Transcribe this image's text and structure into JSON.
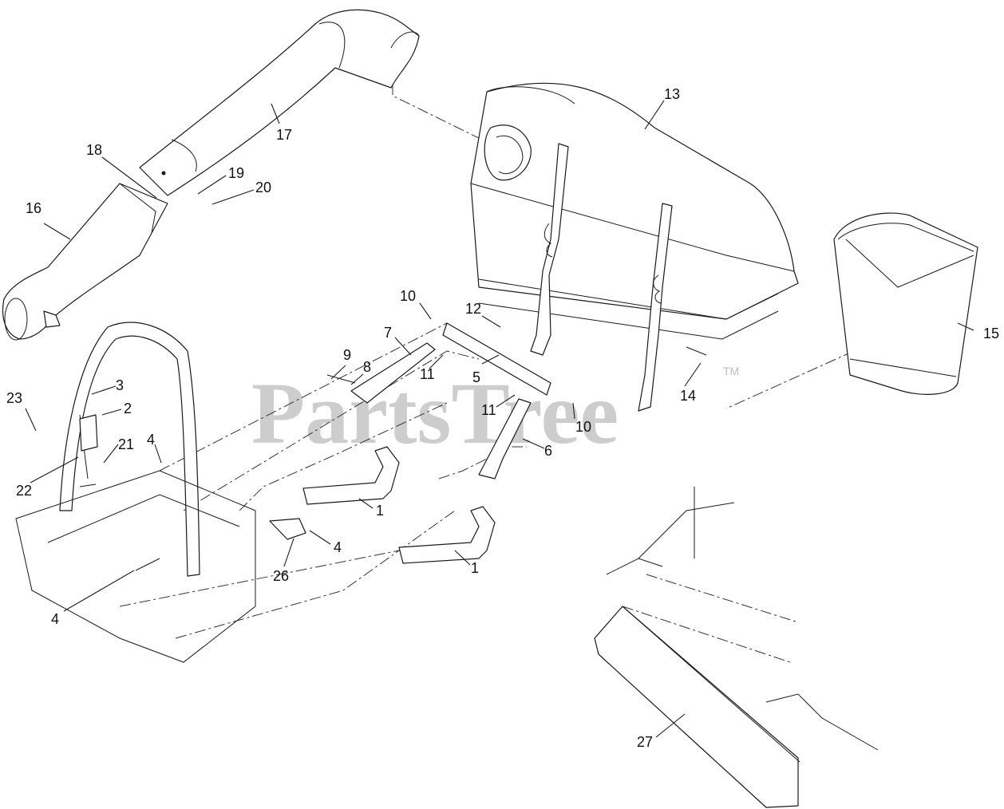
{
  "watermark": {
    "brand": "PartsTree",
    "trademark": "TM"
  },
  "callouts": [
    "1",
    "1",
    "2",
    "3",
    "4",
    "4",
    "4",
    "5",
    "6",
    "7",
    "8",
    "9",
    "10",
    "10",
    "11",
    "11",
    "12",
    "13",
    "14",
    "15",
    "16",
    "17",
    "18",
    "19",
    "20",
    "21",
    "22",
    "23",
    "26",
    "27"
  ]
}
